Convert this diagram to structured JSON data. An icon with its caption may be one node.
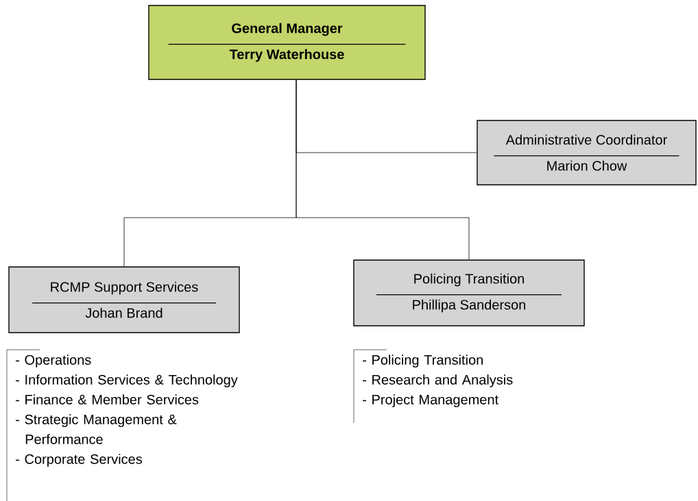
{
  "diagram": {
    "nodes": [
      {
        "text": [
          "General Manager",
          "Terry Waterhouse"
        ]
      },
      {
        "text": [
          "Administrative Coordinator",
          "Marion Chow"
        ]
      },
      {
        "text": [
          "RCMP Support Services",
          "Johan Brand"
        ],
        "beside": [
          "- Operations",
          "- Information Services & Technology",
          "- Finance & Member Services",
          "- Strategic Management & Performance",
          "- Corporate Services"
        ]
      },
      {
        "text": [
          "Policing Transition",
          "Phillipa Sanderson"
        ],
        "beside": [
          "- Policing Transition",
          "- Research and Analysis",
          "- Project Management"
        ]
      }
    ],
    "edges": [
      {
        "from": 0,
        "to": 1,
        "arrow": "none"
      },
      {
        "from": 0,
        "to": 2,
        "arrow": "none"
      },
      {
        "from": 0,
        "to": 3,
        "arrow": "none"
      }
    ]
  }
}
